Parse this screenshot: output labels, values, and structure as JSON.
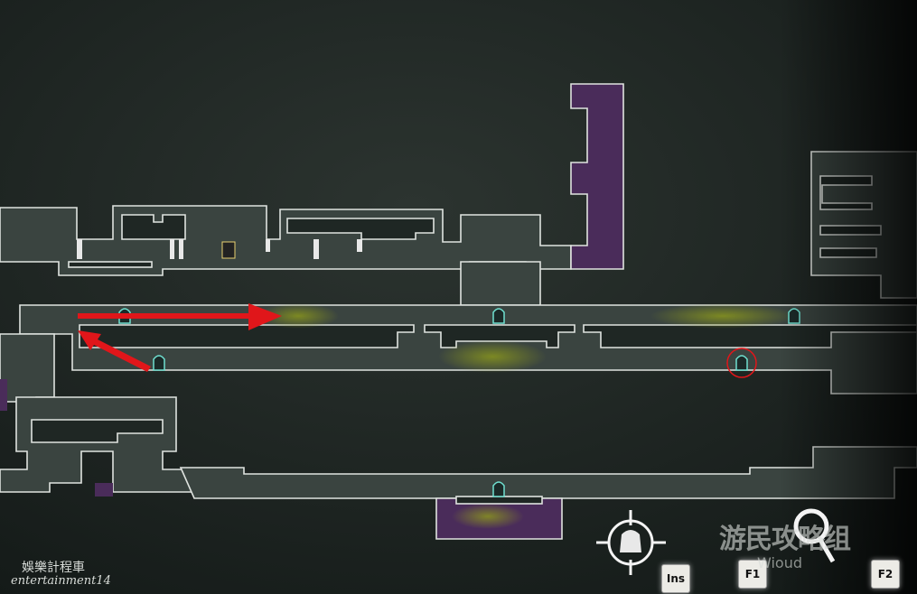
{
  "hud": {
    "keys": {
      "ins": "Ins",
      "f1": "F1",
      "f2": "F2"
    },
    "icons": [
      "player-locator-icon",
      "magnifier-icon"
    ]
  },
  "watermark": {
    "chinese": "娛樂計程車",
    "latin": "entertainment14",
    "site_logo": "游民攻略组",
    "site_sub": "Wioud"
  },
  "colors": {
    "corridor": "#3a4440",
    "wall": "#dfe3df",
    "purple": "#4a2c5a",
    "arrow": "#e0161a",
    "glow": "#8a9a2a",
    "checkpoint": "#6fe0d0"
  }
}
